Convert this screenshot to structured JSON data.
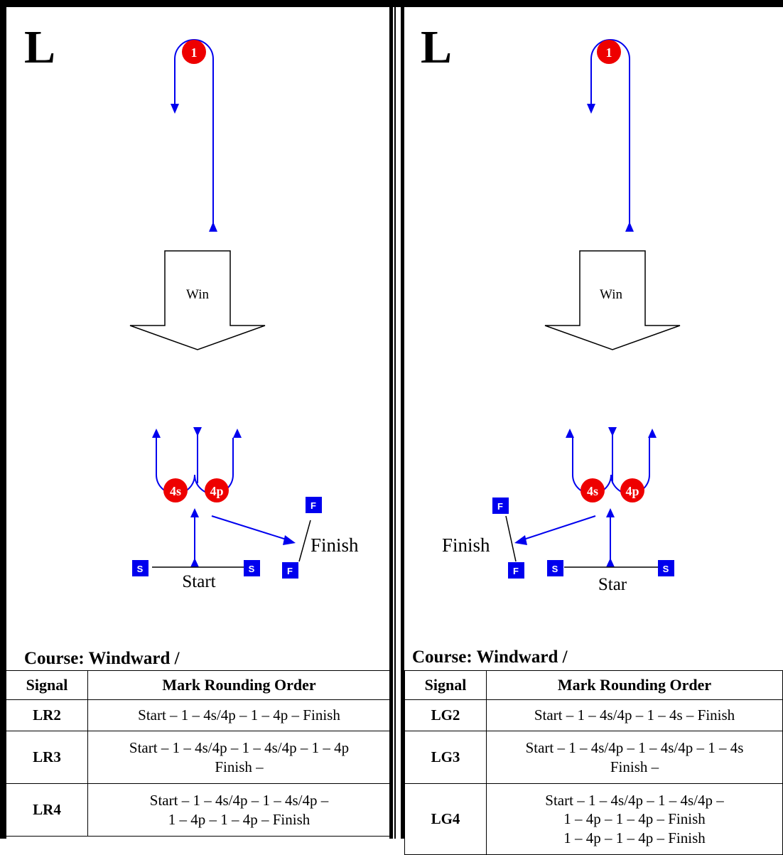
{
  "panels": [
    {
      "letter": "L",
      "wind_label": "Win",
      "marks": {
        "top": "1",
        "starboard": "4s",
        "port": "4p"
      },
      "start": {
        "label": "Start",
        "pin": "S",
        "boat": "S"
      },
      "finish": {
        "label": "Finish",
        "top": "F",
        "bottom": "F"
      },
      "course_title": "Course: Windward /",
      "table": {
        "headers": [
          "Signal",
          "Mark Rounding Order"
        ],
        "rows": [
          {
            "signal": "LR2",
            "order": [
              "Start – 1 – 4s/4p – 1 – 4p – Finish"
            ]
          },
          {
            "signal": "LR3",
            "order": [
              "Start – 1 – 4s/4p – 1 – 4s/4p – 1 – 4p",
              "Finish –"
            ]
          },
          {
            "signal": "LR4",
            "order": [
              "Start – 1 – 4s/4p – 1 – 4s/4p –",
              "1 – 4p – 1 – 4p – Finish"
            ]
          }
        ]
      }
    },
    {
      "letter": "L",
      "wind_label": "Win",
      "marks": {
        "top": "1",
        "starboard": "4s",
        "port": "4p"
      },
      "start": {
        "label": "Star",
        "pin": "S",
        "boat": "S"
      },
      "finish": {
        "label": "Finish",
        "top": "F",
        "bottom": "F"
      },
      "course_title": "Course: Windward /",
      "table": {
        "headers": [
          "Signal",
          "Mark Rounding Order"
        ],
        "rows": [
          {
            "signal": "LG2",
            "order": [
              "Start – 1 – 4s/4p – 1 – 4s – Finish"
            ]
          },
          {
            "signal": "LG3",
            "order": [
              "Start – 1 – 4s/4p – 1 – 4s/4p – 1 – 4s",
              "Finish –"
            ]
          },
          {
            "signal": "LG4",
            "order": [
              "Start – 1 – 4s/4p – 1 – 4s/4p –",
              "1 – 4p – 1 – 4p – Finish",
              "1 – 4p – 1 – 4p – Finish"
            ]
          }
        ]
      }
    }
  ],
  "colors": {
    "course_line": "#0000ee",
    "mark_fill": "#ee0000",
    "flag_fill": "#0000ee",
    "border": "#000000"
  },
  "icons": {
    "mark": "red-circle-mark",
    "flag": "blue-square-flag",
    "wind": "down-arrow"
  }
}
